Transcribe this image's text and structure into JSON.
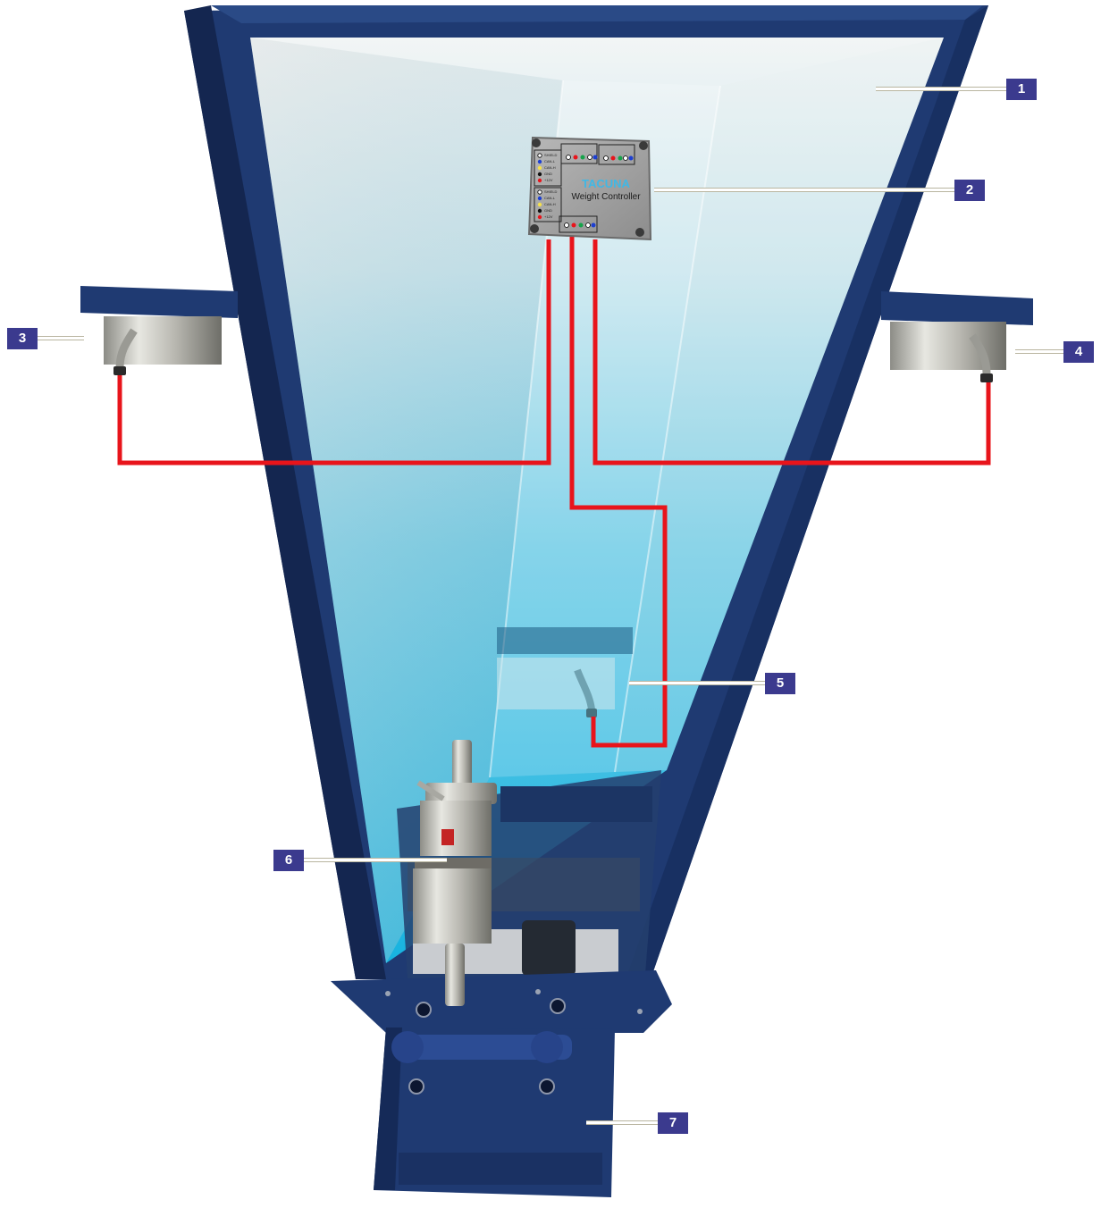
{
  "controller": {
    "brand": "TACUNA",
    "name": "Weight Controller",
    "pin_labels": [
      "SHIELD",
      "CAN-L",
      "CAN-H",
      "GND",
      "+12V"
    ]
  },
  "callouts": [
    {
      "id": "1",
      "label": "1"
    },
    {
      "id": "2",
      "label": "2"
    },
    {
      "id": "3",
      "label": "3"
    },
    {
      "id": "4",
      "label": "4"
    },
    {
      "id": "5",
      "label": "5"
    },
    {
      "id": "6",
      "label": "6"
    },
    {
      "id": "7",
      "label": "7"
    }
  ],
  "colors": {
    "frame": "#1f3a72",
    "frame_dark": "#14254d",
    "callout_bg": "#3b3a8e",
    "cable": "#e8141b",
    "hopper_top": "#eef2f3",
    "hopper_bottom": "#1cb8e2"
  }
}
